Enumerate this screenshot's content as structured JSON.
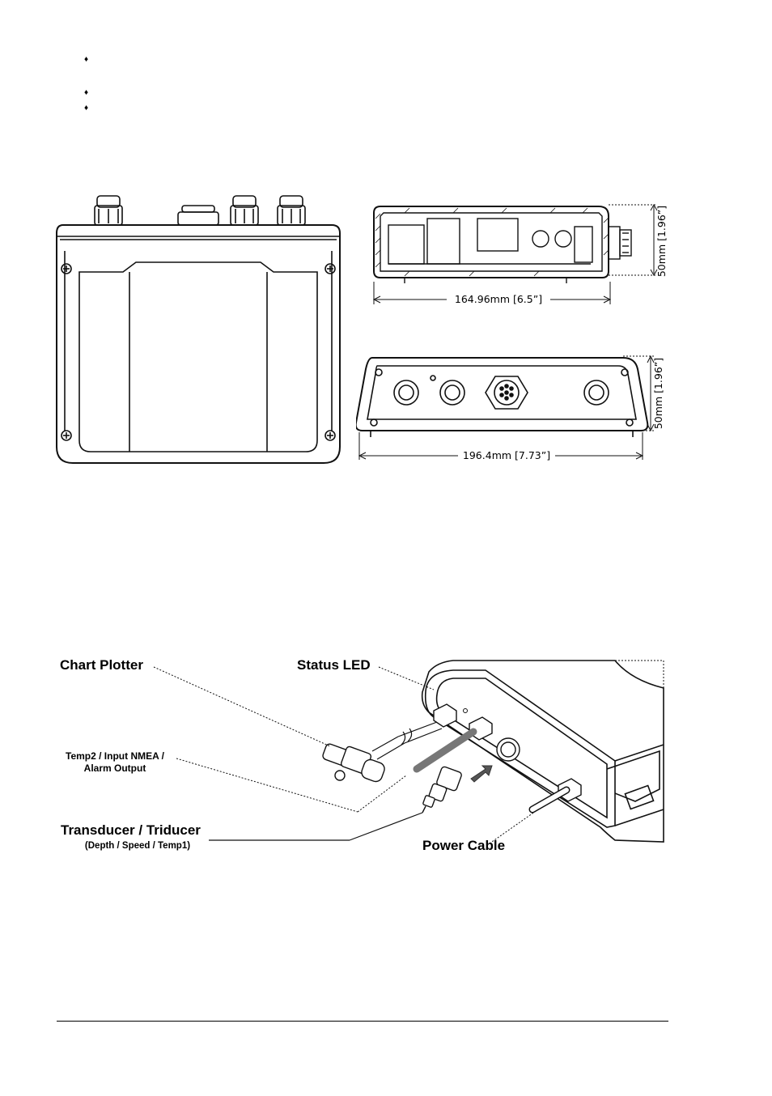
{
  "bullets": [
    {
      "glyph": "♦"
    },
    {
      "glyph": "♦"
    },
    {
      "glyph": "♦"
    }
  ],
  "dimensions": {
    "side_length": "164.96mm [6.5”]",
    "side_height": "50mm [1.96”]",
    "front_length": "196.4mm [7.73”]",
    "front_height": "50mm [1.96”]"
  },
  "connection_labels": {
    "chart_plotter": "Chart Plotter",
    "status_led": "Status LED",
    "temp2_line1": "Temp2 / Input NMEA /",
    "temp2_line2": "Alarm Output",
    "transducer": "Transducer / Triducer",
    "transducer_sub": "(Depth / Speed / Temp1)",
    "power_cable": "Power Cable"
  }
}
